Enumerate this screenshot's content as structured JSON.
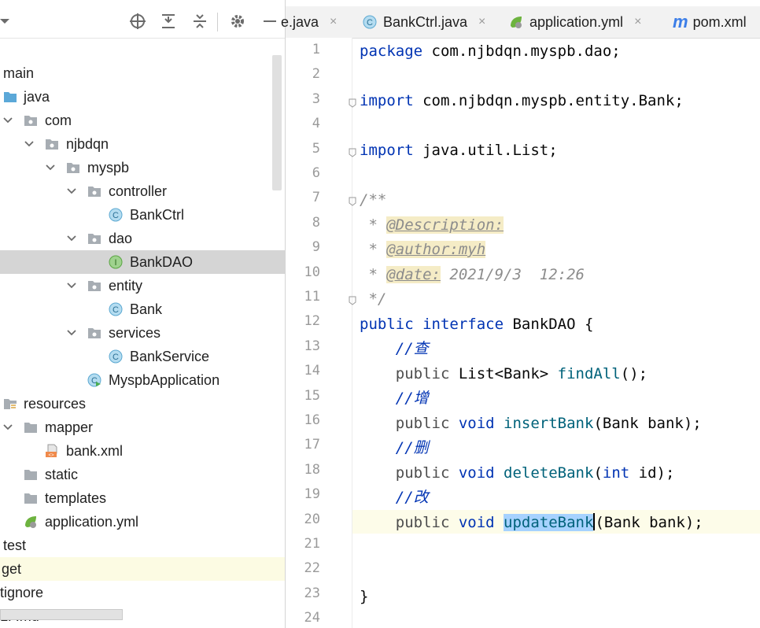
{
  "sidebar": {
    "toolbar_icons": [
      "locate-icon",
      "expand-all-icon",
      "collapse-all-icon",
      "gear-icon",
      "minimize-icon"
    ],
    "tree": [
      {
        "label": "main",
        "icon": "none"
      },
      {
        "label": "java",
        "icon": "folder-blue"
      },
      {
        "label": "com",
        "icon": "package"
      },
      {
        "label": "njbdqn",
        "icon": "package"
      },
      {
        "label": "myspb",
        "icon": "package"
      },
      {
        "label": "controller",
        "icon": "package"
      },
      {
        "label": "BankCtrl",
        "icon": "class"
      },
      {
        "label": "dao",
        "icon": "package"
      },
      {
        "label": "BankDAO",
        "icon": "interface"
      },
      {
        "label": "entity",
        "icon": "package"
      },
      {
        "label": "Bank",
        "icon": "class"
      },
      {
        "label": "services",
        "icon": "package"
      },
      {
        "label": "BankService",
        "icon": "class"
      },
      {
        "label": "MyspbApplication",
        "icon": "spring-class"
      },
      {
        "label": "resources",
        "icon": "resources-folder"
      },
      {
        "label": "mapper",
        "icon": "folder"
      },
      {
        "label": "bank.xml",
        "icon": "xml-file"
      },
      {
        "label": "static",
        "icon": "folder"
      },
      {
        "label": "templates",
        "icon": "folder"
      },
      {
        "label": "application.yml",
        "icon": "yml-file"
      },
      {
        "label": "test",
        "icon": "none"
      },
      {
        "label": "get",
        "icon": "none"
      },
      {
        "label": "tignore",
        "icon": "none"
      },
      {
        "label": "LP.md",
        "icon": "none"
      }
    ]
  },
  "tabs": [
    {
      "label": "e.java",
      "icon": "none"
    },
    {
      "label": "BankCtrl.java",
      "icon": "class"
    },
    {
      "label": "application.yml",
      "icon": "yml-file"
    },
    {
      "label": "pom.xml",
      "icon": "maven-icon"
    }
  ],
  "tab_close": "×",
  "editor": {
    "line_numbers": [
      "1",
      "2",
      "3",
      "4",
      "5",
      "6",
      "7",
      "8",
      "9",
      "10",
      "11",
      "12",
      "13",
      "14",
      "15",
      "16",
      "17",
      "18",
      "19",
      "20",
      "21",
      "22",
      "23",
      "24"
    ],
    "code": {
      "l1_kw": "package",
      "l1_rest": " com.njbdqn.myspb.dao;",
      "l3_kw": "import",
      "l3_rest": " com.njbdqn.myspb.entity.Bank;",
      "l5_kw": "import",
      "l5_rest": " java.util.List;",
      "l7": "/**",
      "l8_star": " * ",
      "l8_tag": "@Description:",
      "l9_star": " * ",
      "l9_tag": "@author:myh",
      "l10_star": " * ",
      "l10_tag": "@date:",
      "l10_rest": " 2021/9/3  12:26",
      "l11": " */",
      "l12_kw1": "public",
      "l12_kw2": " interface",
      "l12_rest": " BankDAO {",
      "l13_slash": "    //",
      "l13_cn": "查",
      "l14_kw": "    public",
      "l14_type": " List<Bank> ",
      "l14_fn": "findAll",
      "l14_rest": "();",
      "l15_slash": "    //",
      "l15_cn": "增",
      "l16_kw": "    public",
      "l16_void": " void",
      "l16_fn": " insertBank",
      "l16_rest": "(Bank bank);",
      "l17_slash": "    //",
      "l17_cn": "删",
      "l18_kw": "    public",
      "l18_void": " void",
      "l18_fn": " deleteBank",
      "l18_p": "(",
      "l18_int": "int",
      "l18_rest": " id);",
      "l19_slash": "    //",
      "l19_cn": "改",
      "l20_kw": "    public",
      "l20_void": " void",
      "l20_sp": " ",
      "l20_fn": "updateBank",
      "l20_rest": "(Bank bank);",
      "l23": "}"
    }
  }
}
